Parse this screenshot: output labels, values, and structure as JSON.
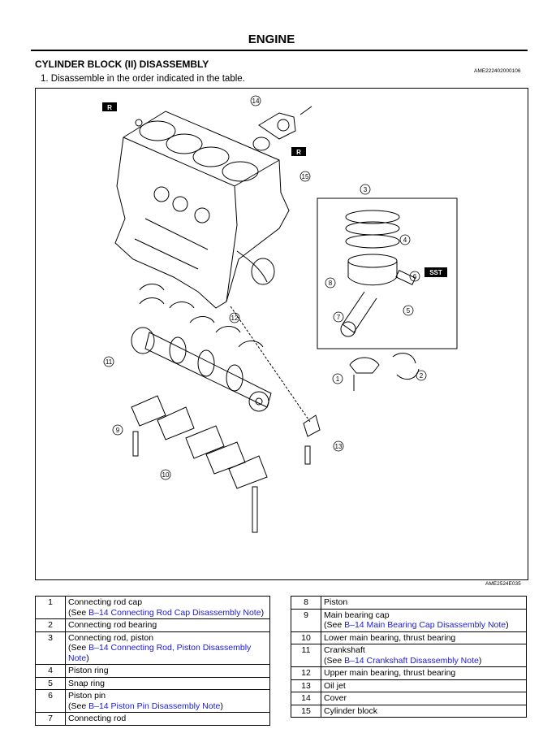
{
  "header": {
    "title": "ENGINE"
  },
  "section": {
    "title": "CYLINDER BLOCK (II) DISASSEMBLY",
    "doc_code": "AME222402000106"
  },
  "step": {
    "text": "1. Disassemble in the order indicated in the table."
  },
  "figure": {
    "code": "AME2524E035",
    "badges": {
      "r": "R",
      "sst": "SST"
    },
    "callouts": [
      "1",
      "2",
      "3",
      "4",
      "5",
      "6",
      "7",
      "8",
      "9",
      "10",
      "11",
      "12",
      "13",
      "14",
      "15"
    ]
  },
  "parts_left": [
    {
      "num": "1",
      "name": "Connecting rod cap",
      "note_pre": "(See ",
      "note_link": "B–14 Connecting Rod Cap Disassembly Note",
      "note_post": ")"
    },
    {
      "num": "2",
      "name": "Connecting rod bearing"
    },
    {
      "num": "3",
      "name": "Connecting rod, piston",
      "note_pre": "(See ",
      "note_link": "B–14 Connecting Rod, Piston Disassembly Note",
      "note_post": ")"
    },
    {
      "num": "4",
      "name": "Piston ring"
    },
    {
      "num": "5",
      "name": "Snap ring"
    },
    {
      "num": "6",
      "name": "Piston pin",
      "note_pre": "(See ",
      "note_link": "B–14 Piston Pin Disassembly Note",
      "note_post": ")"
    },
    {
      "num": "7",
      "name": "Connecting rod"
    }
  ],
  "parts_right": [
    {
      "num": "8",
      "name": "Piston"
    },
    {
      "num": "9",
      "name": "Main bearing cap",
      "note_pre": "(See ",
      "note_link": "B–14 Main Bearing Cap Disassembly Note",
      "note_post": ")"
    },
    {
      "num": "10",
      "name": "Lower main bearing, thrust bearing"
    },
    {
      "num": "11",
      "name": "Crankshaft",
      "note_pre": "(See ",
      "note_link": "B–14 Crankshaft Disassembly Note",
      "note_post": ")"
    },
    {
      "num": "12",
      "name": "Upper main bearing, thrust bearing"
    },
    {
      "num": "13",
      "name": "Oil jet"
    },
    {
      "num": "14",
      "name": "Cover"
    },
    {
      "num": "15",
      "name": "Cylinder block"
    }
  ],
  "colors": {
    "link": "#1a1ad6",
    "text": "#000000",
    "badge_bg": "#000000",
    "badge_fg": "#ffffff"
  }
}
